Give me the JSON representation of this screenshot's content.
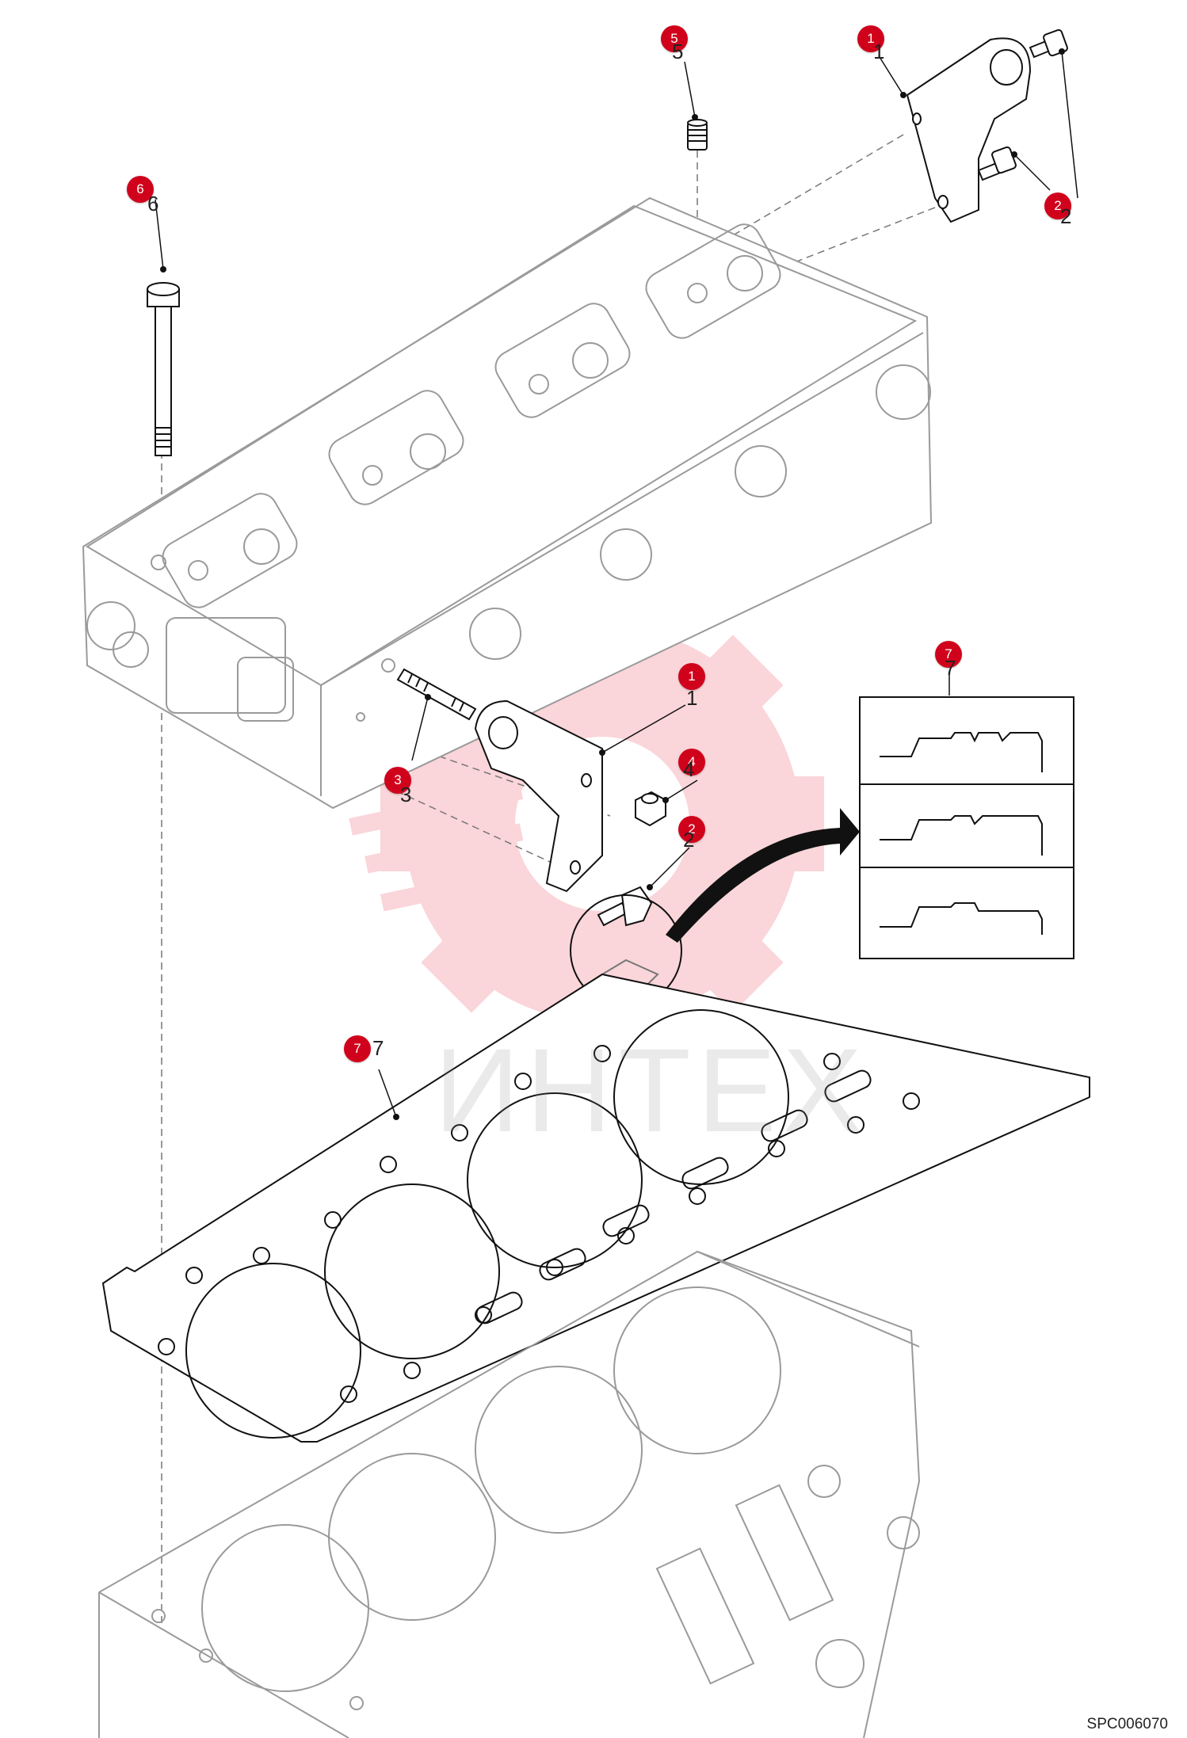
{
  "diagram": {
    "reference_code": "SPC006070",
    "watermark_text": "ИНТЕХ",
    "watermark_color": "#e3001b",
    "callout_color": "#d0021b",
    "callouts": [
      {
        "id": "c1a",
        "label": "1"
      },
      {
        "id": "c2a",
        "label": "2"
      },
      {
        "id": "c5",
        "label": "5"
      },
      {
        "id": "c6",
        "label": "6"
      },
      {
        "id": "c1b",
        "label": "1"
      },
      {
        "id": "c3",
        "label": "3"
      },
      {
        "id": "c4",
        "label": "4"
      },
      {
        "id": "c2b",
        "label": "2"
      },
      {
        "id": "c7a",
        "label": "7"
      },
      {
        "id": "c7b",
        "label": "7"
      }
    ],
    "plain_numbers": [
      {
        "id": "n1a",
        "label": "1"
      },
      {
        "id": "n2a",
        "label": "2"
      },
      {
        "id": "n5",
        "label": "5"
      },
      {
        "id": "n6",
        "label": "6"
      },
      {
        "id": "n1b",
        "label": "1"
      },
      {
        "id": "n3",
        "label": "3"
      },
      {
        "id": "n4",
        "label": "4"
      },
      {
        "id": "n2b",
        "label": "2"
      },
      {
        "id": "n7a",
        "label": "7"
      },
      {
        "id": "n7b",
        "label": "7"
      }
    ]
  }
}
